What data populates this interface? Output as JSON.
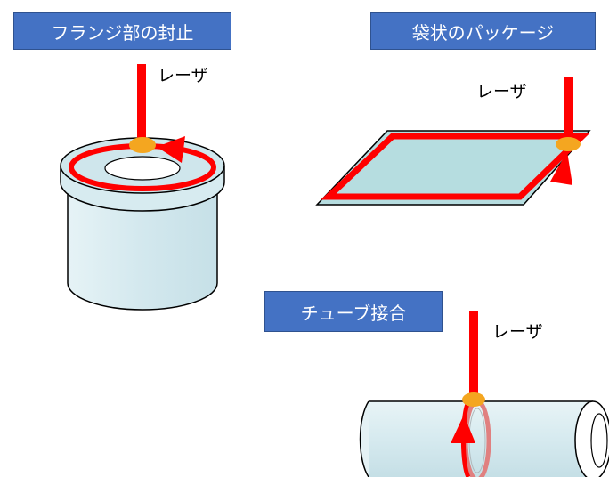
{
  "panels": {
    "flange": {
      "title": "フランジ部の封止",
      "laser_label": "レーザ"
    },
    "pouch": {
      "title": "袋状のパッケージ",
      "laser_label": "レーザ"
    },
    "tube": {
      "title": "チューブ接合",
      "laser_label": "レーザ"
    }
  },
  "colors": {
    "title_bg": "#4472c4",
    "laser": "#ff0000",
    "weld_spot": "#f4a620",
    "container_fill": "#dceef2",
    "package_fill": "#b6dde0",
    "tube_ring": "#e08080"
  },
  "icons": [
    "laser-beam-arrow",
    "weld-spot",
    "rotation-arrow"
  ]
}
